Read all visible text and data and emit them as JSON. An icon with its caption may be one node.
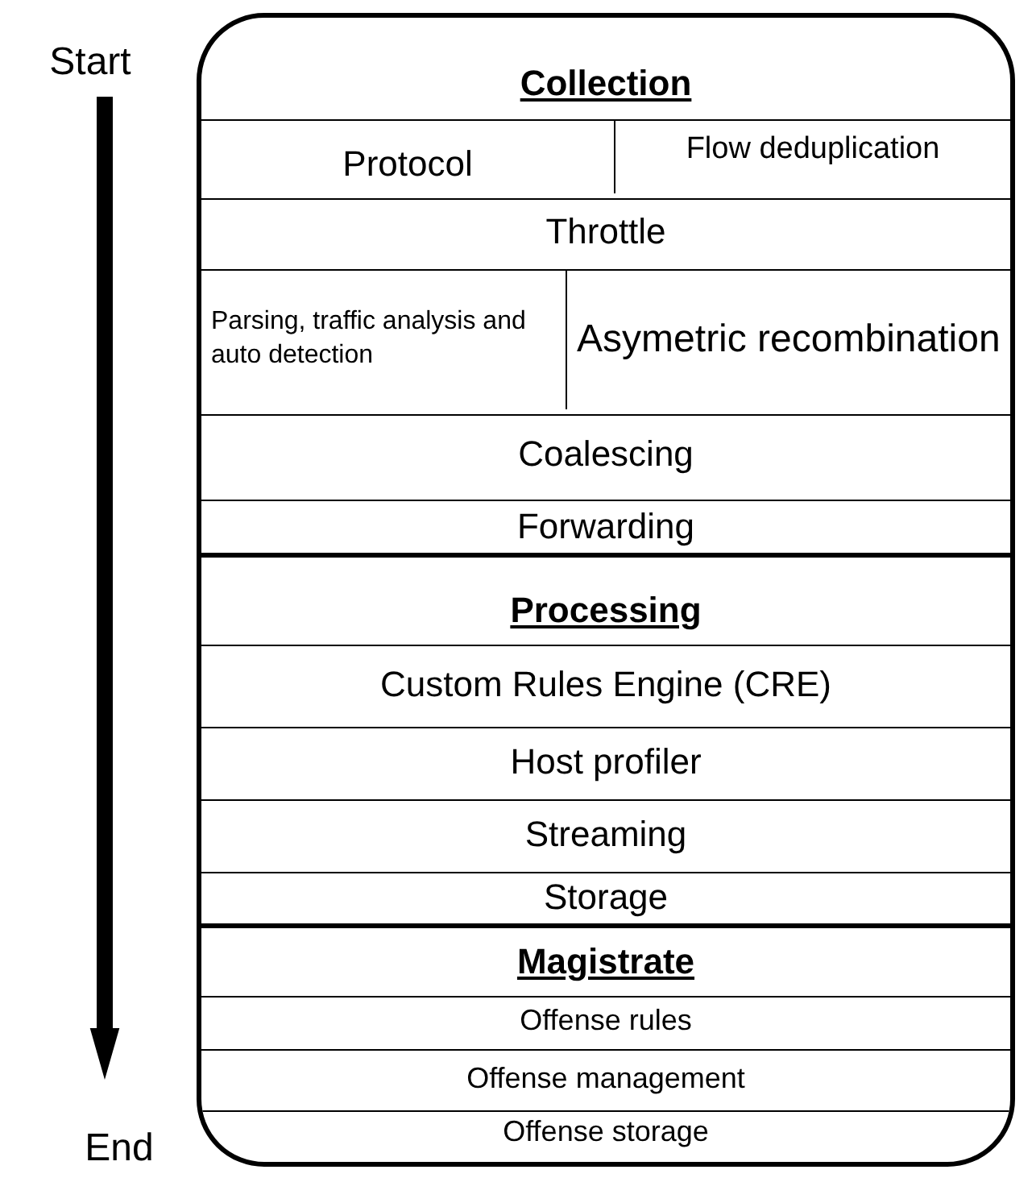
{
  "diagram": {
    "nodes": [
      {
        "text": [],
        "shape": "box"
      },
      {
        "text": [
          "Collection"
        ],
        "in": 0
      },
      {
        "text": [
          "Protocol"
        ],
        "in": 1
      },
      {
        "text": [
          "Flow deduplication"
        ],
        "in": 1
      },
      {
        "text": [
          "Throttle"
        ],
        "in": 1
      },
      {
        "text": [
          "Parsing, traffic analysis and auto detection"
        ],
        "in": 1
      },
      {
        "text": [
          "Asymetric recombination"
        ],
        "in": 1
      },
      {
        "text": [
          "Coalescing"
        ],
        "in": 1
      },
      {
        "text": [
          "Forwarding"
        ],
        "in": 1
      },
      {
        "text": [
          "Processing"
        ],
        "in": 0
      },
      {
        "text": [
          "Custom Rules Engine (CRE)"
        ],
        "in": 9
      },
      {
        "text": [
          "Host profiler"
        ],
        "in": 9
      },
      {
        "text": [
          "Streaming"
        ],
        "in": 9
      },
      {
        "text": [
          "Storage"
        ],
        "in": 9
      },
      {
        "text": [
          "Magistrate"
        ],
        "in": 0
      },
      {
        "text": [
          "Offense rules"
        ],
        "in": 14
      },
      {
        "text": [
          "Offense management"
        ],
        "in": 14
      },
      {
        "text": [
          "Offense storage"
        ],
        "in": 14
      },
      {
        "text": [
          "Start"
        ]
      },
      {
        "text": [
          "End"
        ]
      }
    ],
    "edges": [
      {
        "from": 18,
        "to": 19,
        "arrow": "to"
      }
    ]
  }
}
